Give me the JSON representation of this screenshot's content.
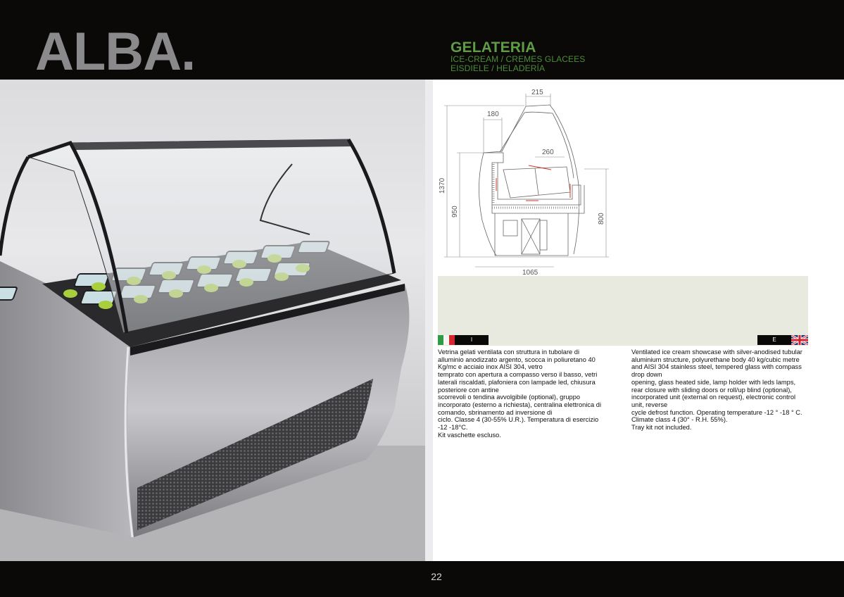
{
  "header": {
    "model_name": "ALBA.",
    "category_title": "GELATERIA",
    "category_subtitle_1": "ICE-CREAM / CREMES GLACEES",
    "category_subtitle_2": "EISDIELE / HELADERÍA",
    "accent_color": "#5f9c45"
  },
  "photo": {
    "description": "Ice cream display showcase with curved glass canopy and 24 gelato trays"
  },
  "drawing": {
    "dimensions": {
      "top_width": "215",
      "front_top": "180",
      "tray_depth": "260",
      "total_height": "1370",
      "counter_height": "950",
      "rear_height": "800",
      "total_depth": "1065"
    }
  },
  "languages": {
    "italian": {
      "label": "I",
      "flag": "italy-flag"
    },
    "english": {
      "label": "E",
      "flag": "uk-flag"
    }
  },
  "description": {
    "italian": "Vetrina gelati ventilata con struttura in tubolare di\nalluminio anodizzato argento, scocca in poliuretano 40\nKg/mc e acciaio inox AISI 304, vetro\ntemprato con apertura a compasso verso il basso, vetri\nlaterali riscaldati, plafoniera con lampade led, chiusura\nposteriore con antine\nscorrevoli o tendina avvolgibile (optional), gruppo\nincorporato (esterno a richiesta), centralina elettronica di\ncomando, sbrinamento ad inversione di\nciclo. Classe 4 (30-55% U.R.). Temperatura di esercizio\n-12 -18°C.\nKit vaschette escluso.",
    "english": "Ventilated ice cream showcase with silver-anodised tubular\naluminium structure, polyurethane body 40 kg/cubic metre\nand AISI 304 stainless steel, tempered glass with compass\ndrop down\nopening, glass heated side, lamp holder with leds lamps,\nrear closure with sliding doors or roll/up blind (optional),\nincorporated unit (external on request), electronic control\nunit, reverse\ncycle defrost function. Operating temperature -12 ° -18 ° C.\nClimate class 4 (30° - R.H. 55%).\nTray kit not included."
  },
  "footer": {
    "page_number": "22"
  }
}
